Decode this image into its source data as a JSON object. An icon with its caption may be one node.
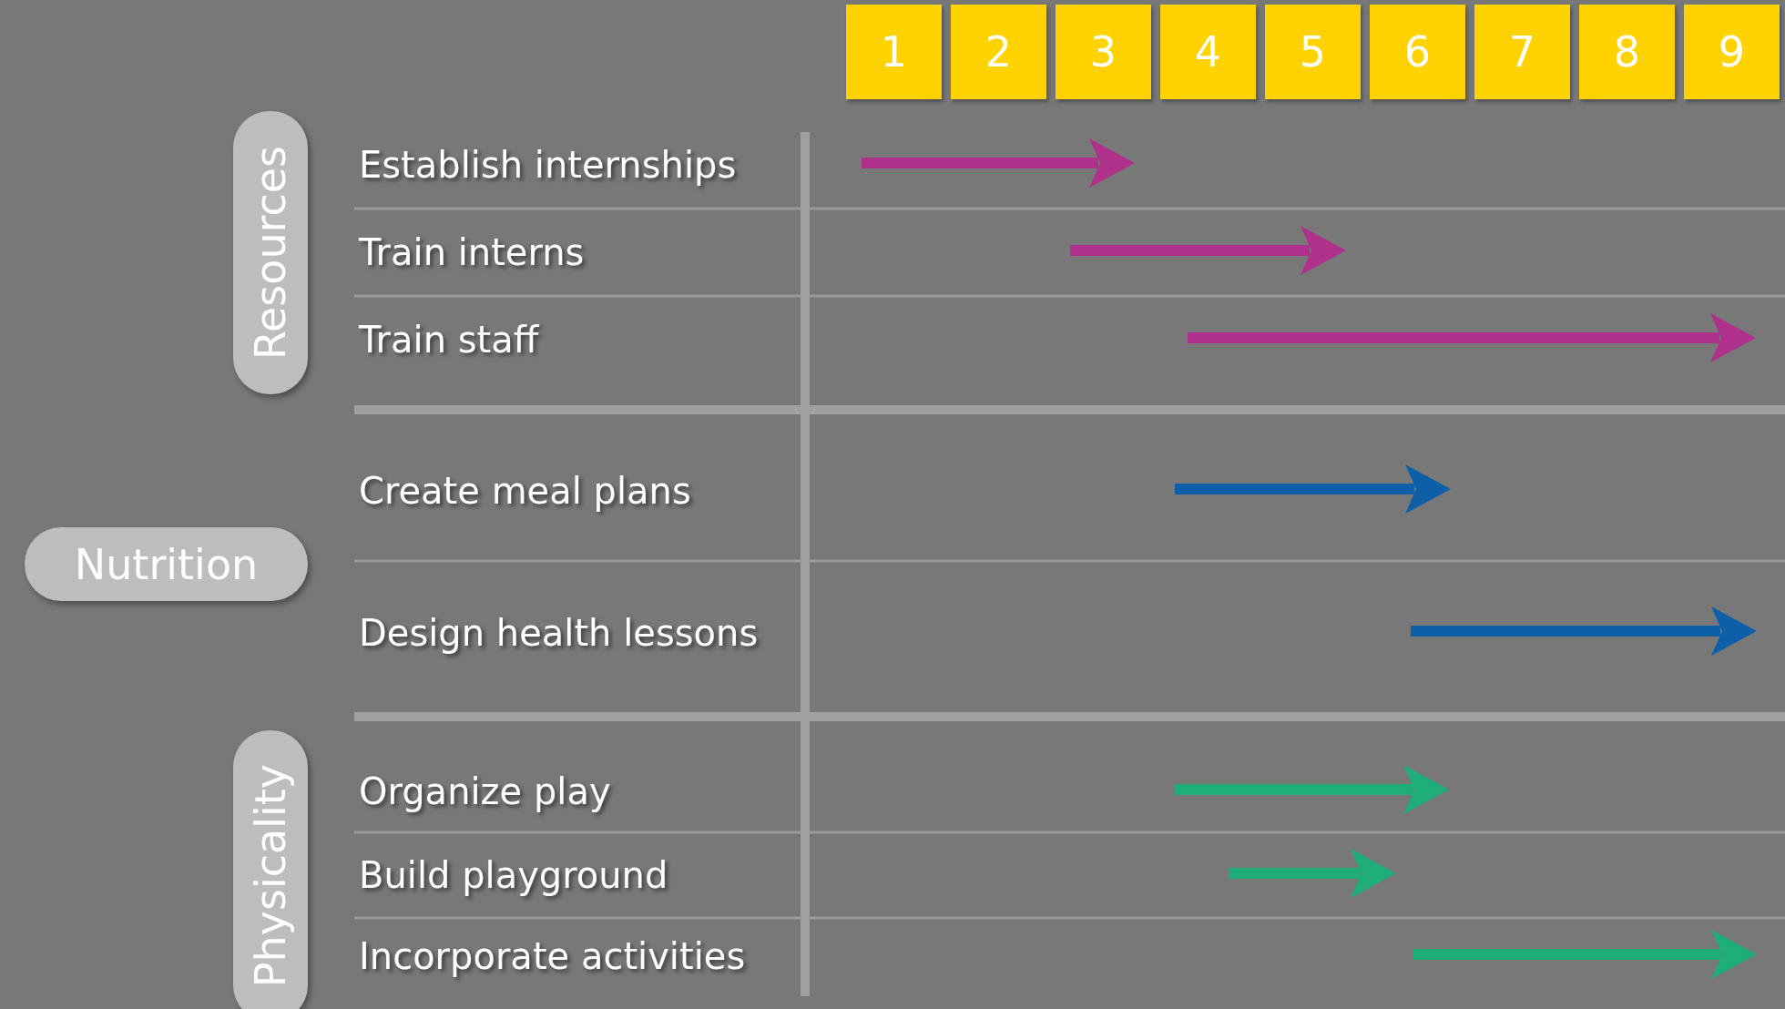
{
  "diagram": {
    "nodes": [
      {
        "text": [
          "1"
        ]
      },
      {
        "text": [
          "2"
        ]
      },
      {
        "text": [
          "3"
        ]
      },
      {
        "text": [
          "4"
        ]
      },
      {
        "text": [
          "5"
        ]
      },
      {
        "text": [
          "6"
        ]
      },
      {
        "text": [
          "7"
        ]
      },
      {
        "text": [
          "8"
        ]
      },
      {
        "text": [
          "9"
        ]
      },
      {
        "text": [
          "Resources"
        ]
      },
      {
        "text": [
          "Nutrition"
        ]
      },
      {
        "text": [
          "Physicality"
        ]
      }
    ],
    "labels": [
      "Establish internships",
      "Train interns",
      "Train staff",
      "Create meal plans",
      "Design health lessons",
      "Organize play",
      "Build playground",
      "Incorporate activities"
    ]
  }
}
